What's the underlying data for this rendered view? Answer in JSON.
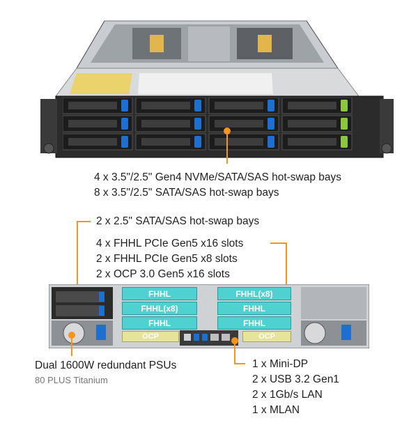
{
  "front_callout": {
    "lines": [
      "4 x 3.5\"/2.5\" Gen4 NVMe/SATA/SAS hot-swap bays",
      "8 x 3.5\"/2.5\" SATA/SAS hot-swap bays"
    ]
  },
  "rear_callouts": {
    "bays_25": "2 x 2.5\" SATA/SAS hot-swap bays",
    "pcie": [
      "4 x FHHL PCIe Gen5 x16 slots",
      "2 x FHHL PCIe Gen5 x8 slots",
      "2 x OCP 3.0 Gen5 x16 slots"
    ],
    "psu": {
      "title": "Dual 1600W redundant PSUs",
      "subtitle": "80 PLUS Titanium"
    },
    "io": [
      "1 x Mini-DP",
      "2 x USB 3.2 Gen1",
      "2 x 1Gb/s LAN",
      "1 x MLAN"
    ]
  },
  "slot_labels": {
    "fhhl": "FHHL",
    "fhhl_x8": "FHHL(x8)",
    "ocp": "OCP"
  },
  "colors": {
    "accent": "#f7941d",
    "slot_teal": "#4fd1d1",
    "nvme_green": "#8cc63f",
    "bay_blue": "#1f6fd1",
    "chassis_dark": "#2b2b2b"
  }
}
